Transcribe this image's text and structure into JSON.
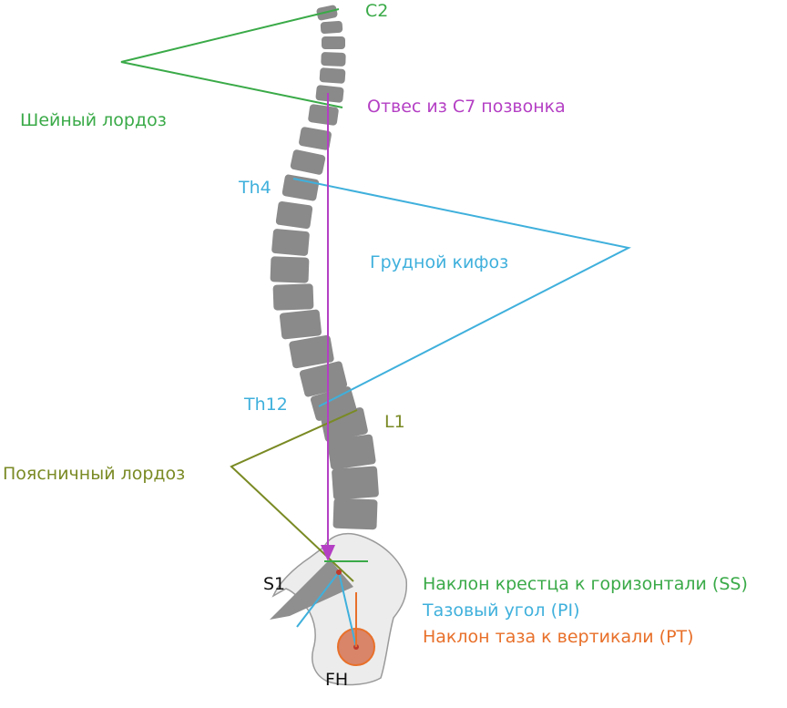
{
  "colors": {
    "cervical": "#3aaa48",
    "plumb": "#b43fc4",
    "thoracic": "#3fb0dc",
    "lumbar": "#7a8a24",
    "pelvic_tilt": "#e8702a",
    "vertebra": "#8a8a8a",
    "pelvis_fill": "#ececec",
    "pelvis_stroke": "#9a9a9a"
  },
  "labels": {
    "c2": "C2",
    "cervical_lordosis": "Шейный лордоз",
    "c7_plumb": "Отвес из С7 позвонка",
    "th4": "Th4",
    "thoracic_kyphosis": "Грудной кифоз",
    "th12": "Th12",
    "l1": "L1",
    "lumbar_lordosis": "Поясничный лордоз",
    "s1": "S1",
    "fh": "FH",
    "sacral_slope": "Наклон крестца к горизонтали (SS)",
    "pelvic_incidence": "Тазовый угол (PI)",
    "pelvic_tilt": "Наклон таза к вертикали (PT)"
  }
}
